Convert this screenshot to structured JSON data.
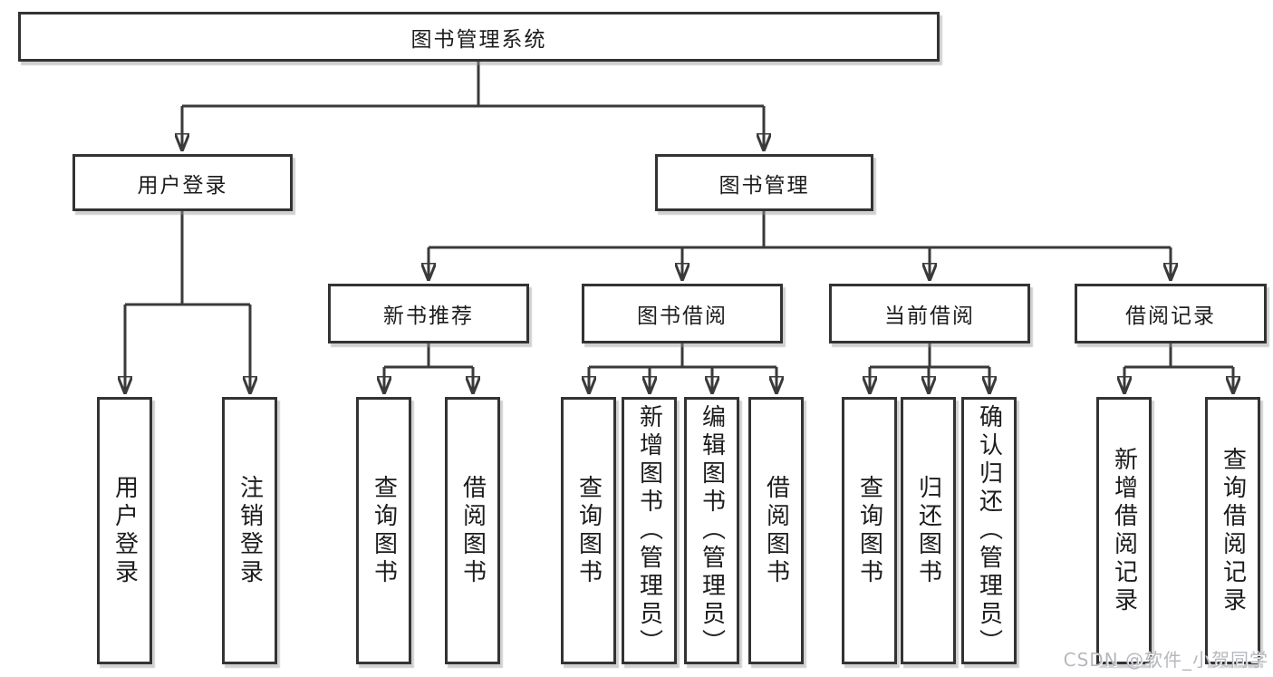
{
  "diagram": {
    "root": {
      "label": "图书管理系统"
    },
    "level2": [
      {
        "label": "用户登录"
      },
      {
        "label": "图书管理"
      }
    ],
    "level3": [
      {
        "label": "新书推荐"
      },
      {
        "label": "图书借阅"
      },
      {
        "label": "当前借阅"
      },
      {
        "label": "借阅记录"
      }
    ],
    "leaves": {
      "user_login": [
        "用户登录",
        "注销登录"
      ],
      "new_book": [
        "查询图书",
        "借阅图书"
      ],
      "book_borrow": [
        "查询图书",
        "新增图书（管理员）",
        "编辑图书（管理员）",
        "借阅图书"
      ],
      "current_borrow": [
        "查询图书",
        "归还图书",
        "确认归还（管理员）"
      ],
      "borrow_records": [
        "新增借阅记录",
        "查询借阅记录"
      ]
    }
  },
  "watermark": {
    "text": "CSDN @软件_小贺同学"
  },
  "colors": {
    "line": "#3a3a3a",
    "box_border": "#333333",
    "box_fill": "#ffffff",
    "text": "#1c1c1c",
    "watermark": "#b5b9be",
    "background": "#ffffff"
  }
}
